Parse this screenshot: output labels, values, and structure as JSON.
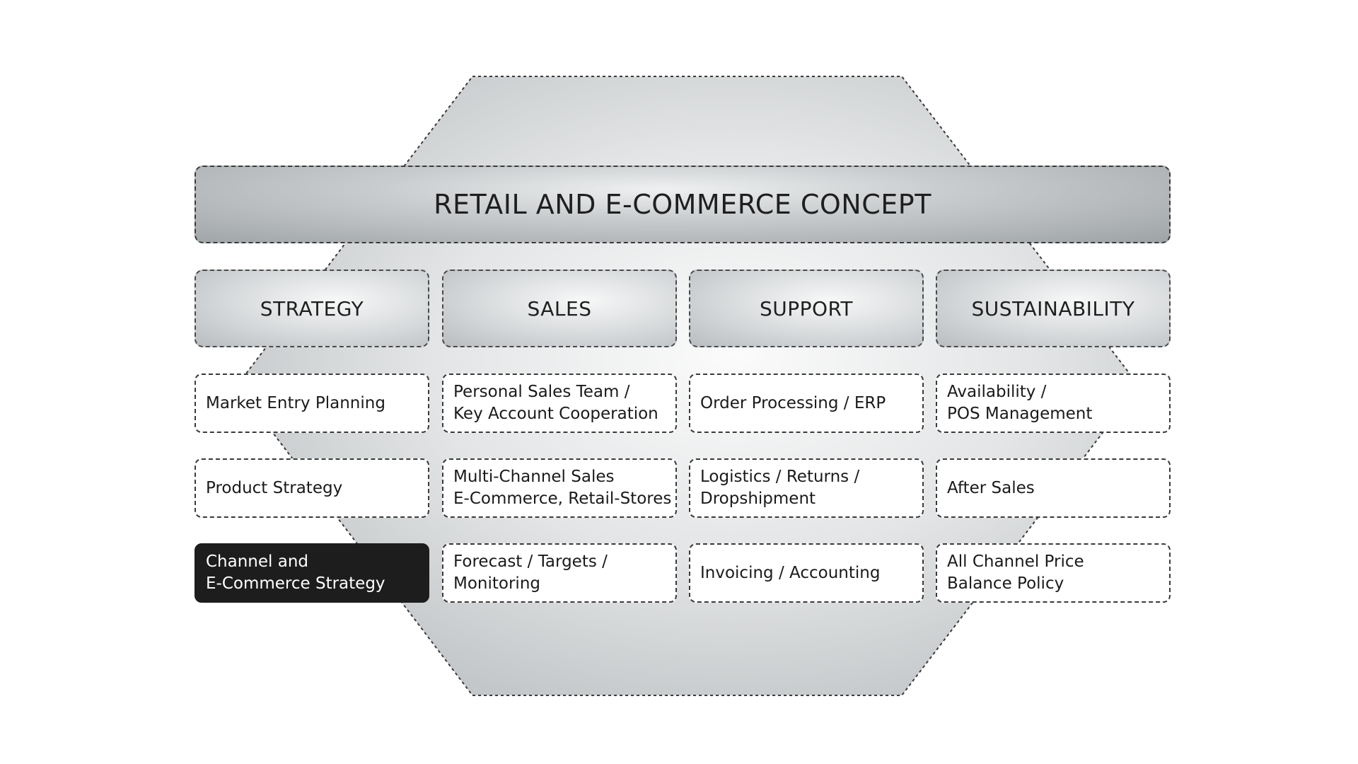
{
  "title": "RETAIL AND E-COMMERCE CONCEPT",
  "columns": [
    {
      "header": "STRATEGY",
      "items": [
        {
          "lines": [
            "Market Entry Planning"
          ]
        },
        {
          "lines": [
            "Product Strategy"
          ]
        },
        {
          "lines": [
            "Channel and",
            "E-Commerce Strategy"
          ],
          "highlighted": true
        }
      ]
    },
    {
      "header": "SALES",
      "items": [
        {
          "lines": [
            "Personal Sales Team /",
            "Key Account Cooperation"
          ]
        },
        {
          "lines": [
            "Multi-Channel Sales",
            "E-Commerce, Retail-Stores"
          ]
        },
        {
          "lines": [
            "Forecast / Targets /",
            "Monitoring"
          ]
        }
      ]
    },
    {
      "header": "SUPPORT",
      "items": [
        {
          "lines": [
            "Order Processing / ERP"
          ]
        },
        {
          "lines": [
            "Logistics / Returns /",
            "Dropshipment"
          ]
        },
        {
          "lines": [
            "Invoicing / Accounting"
          ]
        }
      ]
    },
    {
      "header": "SUSTAINABILITY",
      "items": [
        {
          "lines": [
            "Availability /",
            "POS Management"
          ]
        },
        {
          "lines": [
            "After Sales"
          ]
        },
        {
          "lines": [
            "All Channel Price",
            "Balance Policy"
          ]
        }
      ]
    }
  ],
  "colors": {
    "highlight_bg": "#1d1d1d",
    "highlight_text": "#ffffff",
    "border": "#3a3a3a"
  }
}
